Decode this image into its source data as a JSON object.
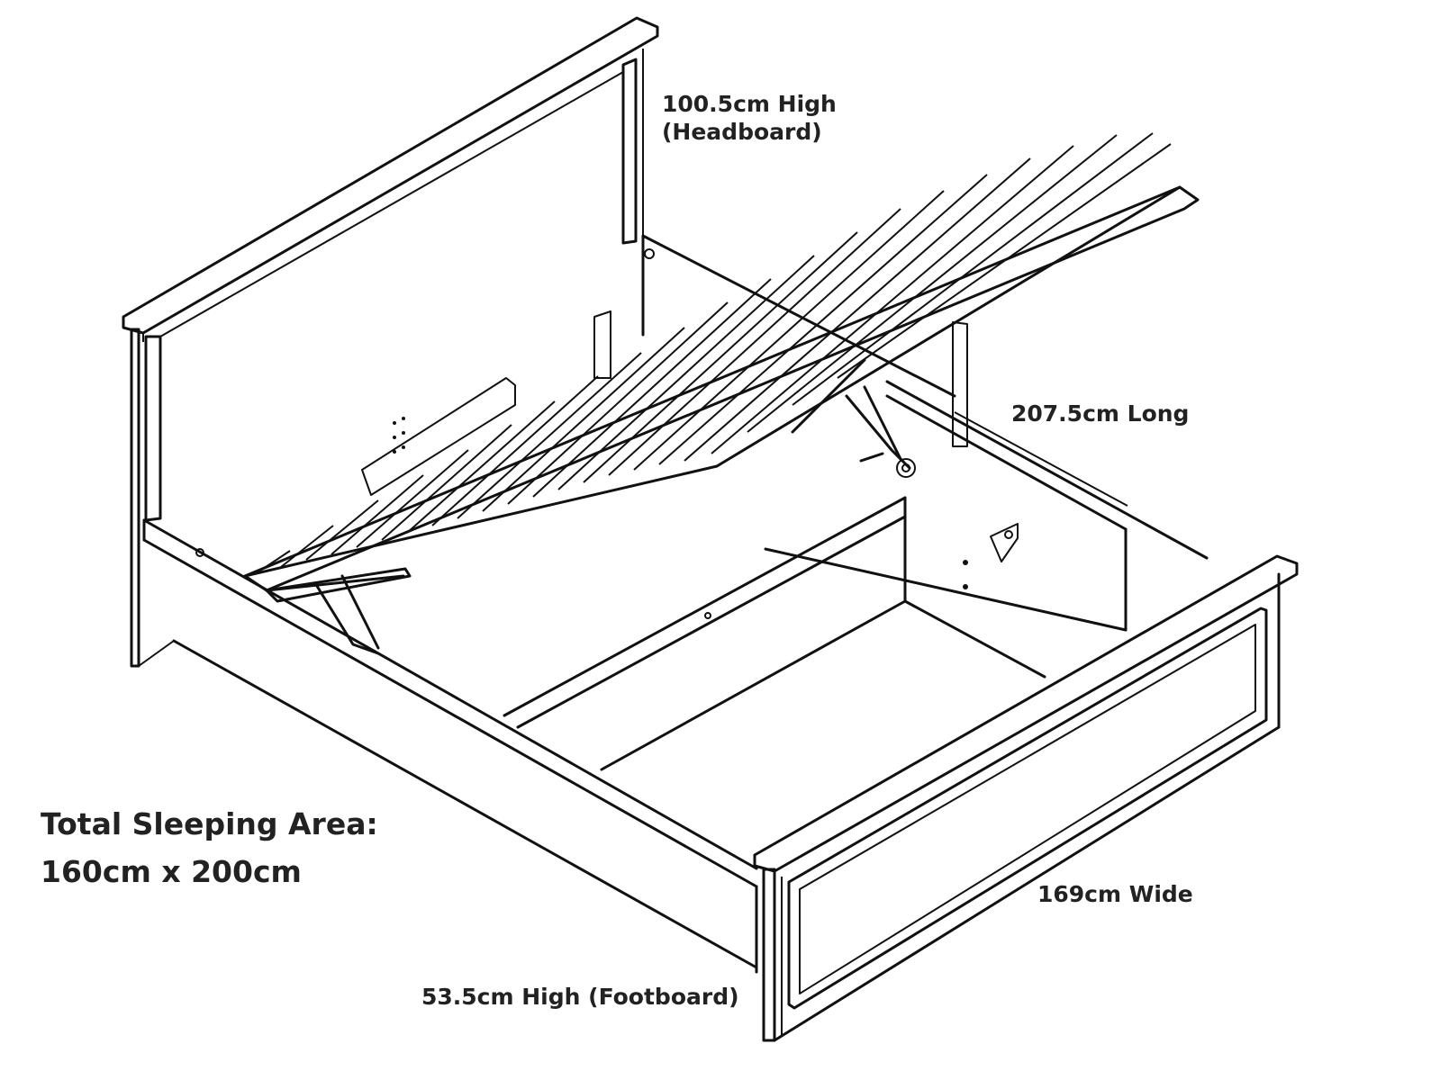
{
  "labels": {
    "headboard_height": "100.5cm High",
    "headboard_note": "(Headboard)",
    "length": "207.5cm Long",
    "width": "169cm Wide",
    "footboard_height": "53.5cm High (Footboard)",
    "sleeping_area_title": "Total Sleeping Area:",
    "sleeping_area_value": "160cm x 200cm"
  },
  "colors": {
    "line": "#111111",
    "text": "#222222",
    "background": "#ffffff"
  }
}
